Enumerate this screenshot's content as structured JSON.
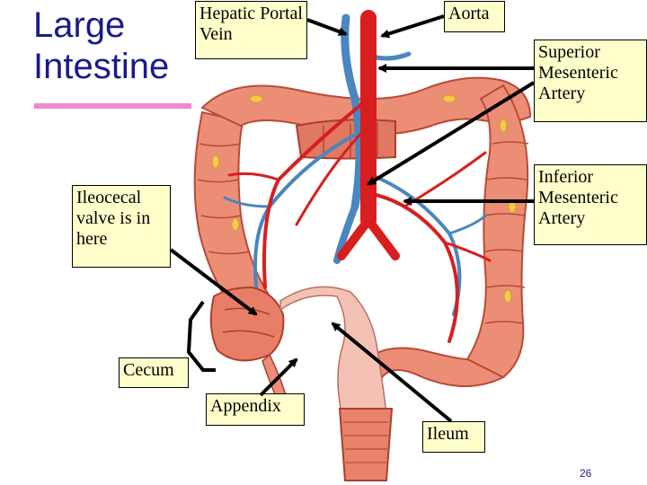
{
  "title": {
    "line1": "Large",
    "line2": "Intestine"
  },
  "labels": {
    "hepatic_portal_vein": "Hepatic Portal Vein",
    "aorta": "Aorta",
    "superior_mesenteric_artery": "Superior Mesenteric Artery",
    "inferior_mesenteric_artery": "Inferior Mesenteric Artery",
    "ileocecal_valve": "Ileocecal valve is in here",
    "cecum": "Cecum",
    "appendix": "Appendix",
    "ileum": "Ileum"
  },
  "slide_number": "26",
  "colors": {
    "title": "#1a1a8c",
    "title_rule": "#f08ad0",
    "label_fill": "#ffffcc",
    "colon": "#e8826a",
    "colon_dark": "#c65a48",
    "artery": "#d81e1e",
    "vein": "#4a86c0",
    "fat": "#f2c94c"
  }
}
